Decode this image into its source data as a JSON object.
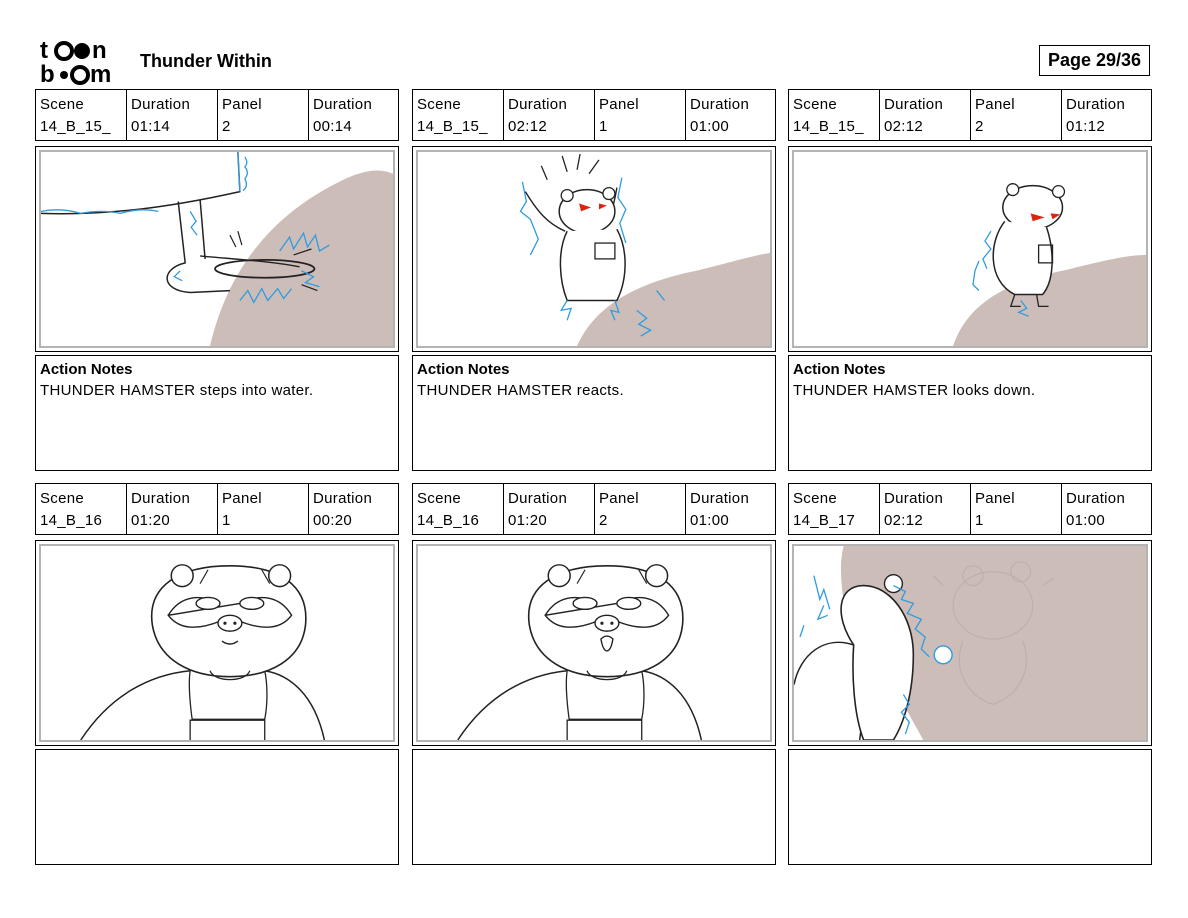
{
  "header": {
    "logo_text": "toon boom",
    "title": "Thunder Within",
    "page": "Page 29/36"
  },
  "colors": {
    "land": "#cdbdb9",
    "spark": "#2f9be0",
    "eyes": "#e0230f"
  },
  "panels": [
    {
      "scene_label": "Scene",
      "scene": "14_B_15_",
      "duration_label": "Duration",
      "duration": "01:14",
      "panel_label": "Panel",
      "panel": "2",
      "panel_duration_label": "Duration",
      "panel_duration": "00:14",
      "notes_title": "Action Notes",
      "notes": "THUNDER HAMSTER steps into water.",
      "image": "foot-stepping-into-water"
    },
    {
      "scene_label": "Scene",
      "scene": "14_B_15_",
      "duration_label": "Duration",
      "duration": "02:12",
      "panel_label": "Panel",
      "panel": "1",
      "panel_duration_label": "Duration",
      "panel_duration": "01:00",
      "notes_title": "Action Notes",
      "notes": "THUNDER HAMSTER reacts.",
      "image": "hamster-reacting"
    },
    {
      "scene_label": "Scene",
      "scene": "14_B_15_",
      "duration_label": "Duration",
      "duration": "02:12",
      "panel_label": "Panel",
      "panel": "2",
      "panel_duration_label": "Duration",
      "panel_duration": "01:12",
      "notes_title": "Action Notes",
      "notes": "THUNDER HAMSTER looks down.",
      "image": "hamster-looking-down"
    },
    {
      "scene_label": "Scene",
      "scene": "14_B_16",
      "duration_label": "Duration",
      "duration": "01:20",
      "panel_label": "Panel",
      "panel": "1",
      "panel_duration_label": "Duration",
      "panel_duration": "00:20",
      "notes_title": "",
      "notes": "",
      "image": "hamster-closeup"
    },
    {
      "scene_label": "Scene",
      "scene": "14_B_16",
      "duration_label": "Duration",
      "duration": "01:20",
      "panel_label": "Panel",
      "panel": "2",
      "panel_duration_label": "Duration",
      "panel_duration": "01:00",
      "notes_title": "",
      "notes": "",
      "image": "hamster-closeup-mouth-open"
    },
    {
      "scene_label": "Scene",
      "scene": "14_B_17",
      "duration_label": "Duration",
      "duration": "02:12",
      "panel_label": "Panel",
      "panel": "1",
      "panel_duration_label": "Duration",
      "panel_duration": "01:00",
      "notes_title": "",
      "notes": "",
      "image": "hamster-over-shoulder"
    }
  ]
}
